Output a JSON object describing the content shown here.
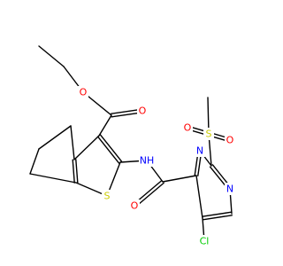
{
  "colors": {
    "C": "#000000",
    "O": "#ff0000",
    "N": "#0000ff",
    "S": "#cccc00",
    "Cl": "#00cc00",
    "background": "#ffffff"
  },
  "atom_labels": {
    "O_ester_ether": "O",
    "O_ester_carbonyl": "O",
    "S_thiophene": "S",
    "NH_amide": "NH",
    "O_amide": "O",
    "Cl": "Cl",
    "N_pyrimidine_1": "N",
    "N_pyrimidine_3": "N",
    "S_sulfonyl": "S",
    "O_sulfonyl_1": "O",
    "O_sulfonyl_2": "O"
  }
}
